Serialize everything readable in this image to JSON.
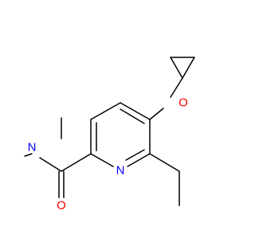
{
  "diagram": {
    "type": "molecule",
    "atoms": [
      {
        "id": "N_amide",
        "label": "N",
        "color": "#0000ff"
      },
      {
        "id": "N_ring",
        "label": "N",
        "color": "#0000ff"
      },
      {
        "id": "O_carbonyl",
        "label": "O",
        "color": "#ff0000"
      },
      {
        "id": "O_ether",
        "label": "O",
        "color": "#ff0000"
      }
    ]
  },
  "colors": {
    "bond": "#000000",
    "nitrogen": "#0000ff",
    "oxygen": "#ff0000",
    "background": "#ffffff"
  }
}
